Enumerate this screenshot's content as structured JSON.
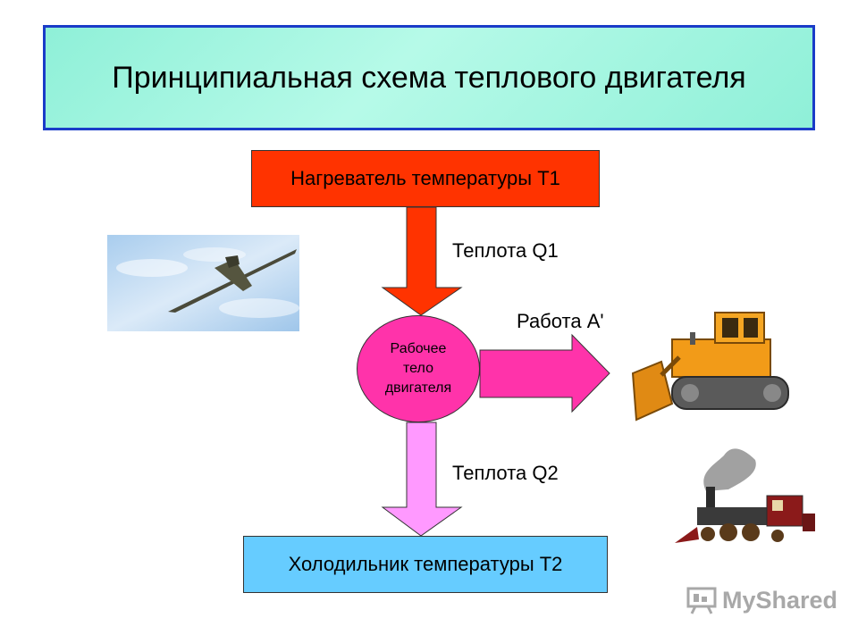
{
  "title": "Принципиальная схема теплового двигателя",
  "heater": {
    "label": "Нагреватель температуры Т1"
  },
  "cooler": {
    "label": "Холодильник температуры Т2"
  },
  "working_body": {
    "line1": "Рабочее",
    "line2": "тело",
    "line3": "двигателя"
  },
  "labels": {
    "heat_q1": "Теплота Q1",
    "work": "Работа A'",
    "heat_q2": "Теплота Q2"
  },
  "colors": {
    "title_border": "#1a3cc8",
    "title_fill": "#8ff0d8",
    "heater_fill": "#ff3300",
    "cooler_fill": "#66ccff",
    "body_fill": "#ff33aa",
    "q2_arrow_fill": "#ff99ff"
  },
  "watermark": {
    "text": "MyShared",
    "icon": "presentation-board-icon"
  }
}
